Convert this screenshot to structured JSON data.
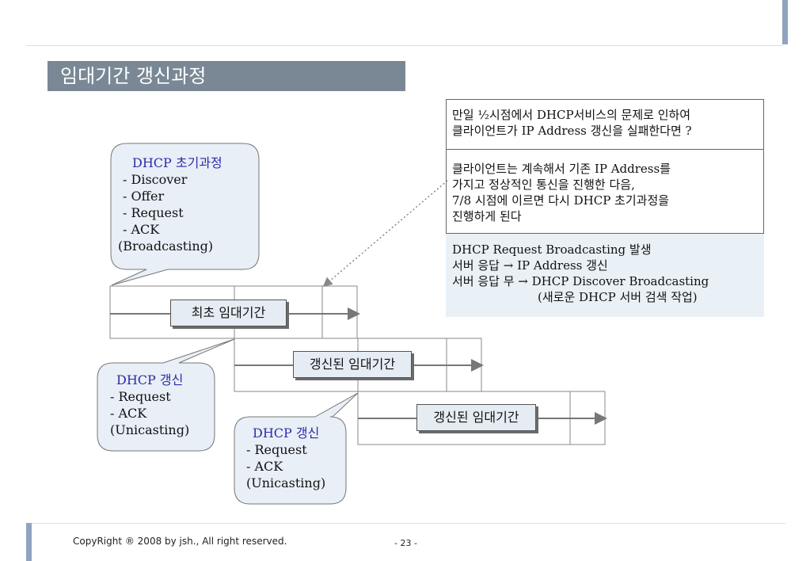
{
  "title": "임대기간 갱신과정",
  "footer": {
    "copyright": "CopyRight ® 2008 by jsh., All right reserved.",
    "page": "- 23 -"
  },
  "question": {
    "lines": [
      "만일 ½시점에서 DHCP서비스의 문제로 인하여",
      "클라이언트가 IP Address 갱신을 실패한다면 ?"
    ]
  },
  "answer": {
    "lines": [
      "클라이언트는 계속해서 기존 IP Address를",
      "가지고 정상적인 통신을 진행한 다음,",
      "7/8 시점에 이르면 다시 DHCP 초기과정을",
      "진행하게 된다"
    ]
  },
  "result": {
    "lines": [
      "DHCP Request Broadcasting 발생",
      "서버 응답 → IP Address 갱신",
      "서버 응답 무 → DHCP Discover Broadcasting",
      "(새로운 DHCP 서버 검색 작업)"
    ]
  },
  "bubbles": [
    {
      "heading": "DHCP 초기과정",
      "items": [
        "- Discover",
        "- Offer",
        "- Request",
        "- ACK",
        "(Broadcasting)"
      ]
    },
    {
      "heading": "DHCP 갱신",
      "items": [
        "- Request",
        "- ACK",
        "(Unicasting)"
      ]
    },
    {
      "heading": "DHCP 갱신",
      "items": [
        "- Request",
        "- ACK",
        "(Unicasting)"
      ]
    }
  ],
  "leases": [
    {
      "label": "최초 임대기간"
    },
    {
      "label": "갱신된 임대기간"
    },
    {
      "label": "갱신된 임대기간"
    }
  ],
  "colors": {
    "title_bg": "#7a8896",
    "accent": "#8ea4bf",
    "bubble_fill": "#e8eff6",
    "heading_blue": "#2c2ca8",
    "info_bg": "#e9f1f7"
  }
}
